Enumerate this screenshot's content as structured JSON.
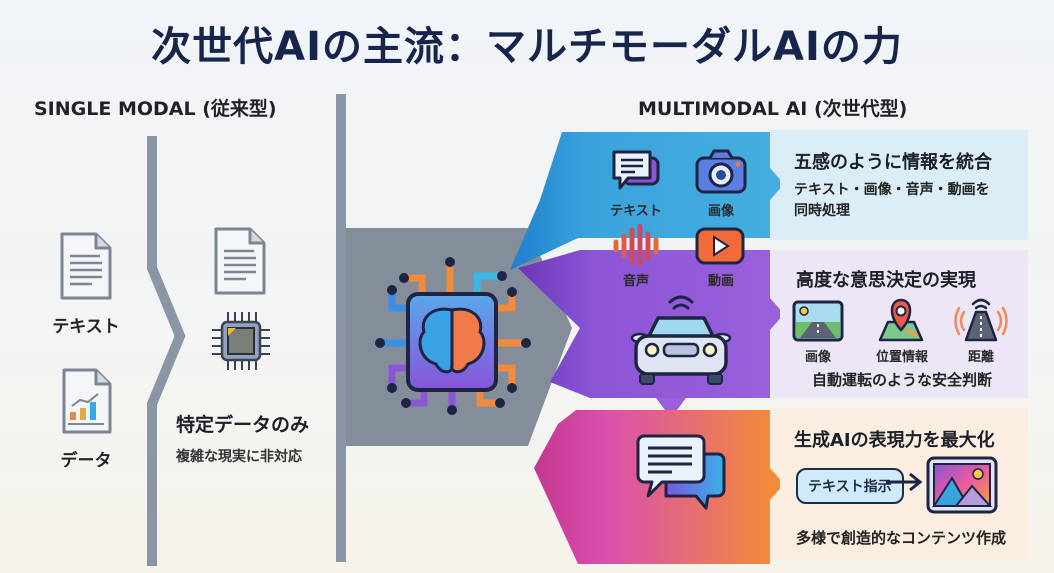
{
  "title": "次世代AIの主流：マルチモーダルAIの力",
  "single_modal": {
    "heading": "SINGLE MODAL (従来型)",
    "inputs": [
      {
        "icon": "document-icon",
        "label": "テキスト"
      },
      {
        "icon": "chart-document-icon",
        "label": "データ"
      }
    ],
    "processor": {
      "icons": [
        "document-icon",
        "chip-icon"
      ],
      "title": "特定データのみ",
      "subtitle": "複雑な現実に非対応"
    }
  },
  "multimodal": {
    "heading": "MULTIMODAL AI (次世代型)",
    "core_icon": "brain-chip-icon",
    "panels": [
      {
        "color": "#3aa3dc",
        "icons": [
          {
            "icon": "chat-bubble-icon",
            "label": "テキスト"
          },
          {
            "icon": "camera-icon",
            "label": "画像"
          },
          {
            "icon": "audio-wave-icon",
            "label": "音声"
          },
          {
            "icon": "video-play-icon",
            "label": "動画"
          }
        ],
        "title": "五感のように情報を統合",
        "subtitle_line1": "テキスト・画像・音声・動画を",
        "subtitle_line2": "同時処理"
      },
      {
        "color": "#8b55d6",
        "main_icon": "connected-car-icon",
        "title": "高度な意思決定の実現",
        "items": [
          {
            "icon": "road-image-icon",
            "label": "画像"
          },
          {
            "icon": "map-pin-icon",
            "label": "位置情報"
          },
          {
            "icon": "distance-signal-icon",
            "label": "距離"
          }
        ],
        "subtitle": "自動運転のような安全判断"
      },
      {
        "color": "#d94fae",
        "color_end": "#f08a3c",
        "main_icon": "chat-bubbles-icon",
        "title": "生成AIの表現力を最大化",
        "prompt_label": "テキスト指示",
        "output_icon": "generated-image-icon",
        "subtitle": "多様で創造的なコンテンツ作成"
      }
    ]
  }
}
